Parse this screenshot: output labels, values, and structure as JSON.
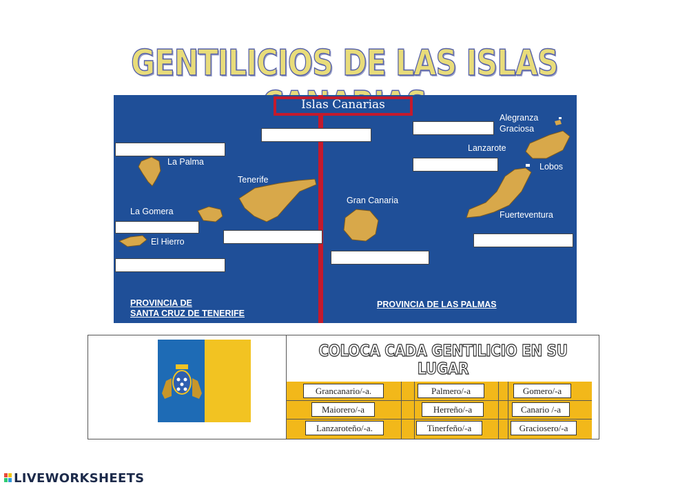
{
  "title": "GENTILICIOS DE LAS ISLAS CANARIAS",
  "map": {
    "title": "Islas Canarias",
    "islands": {
      "la_palma": "La Palma",
      "la_gomera": "La Gomera",
      "el_hierro": "El Hierro",
      "tenerife": "Tenerife",
      "gran_canaria": "Gran Canaria",
      "alegranza": "Alegranza",
      "graciosa": "Graciosa",
      "lanzarote": "Lanzarote",
      "lobos": "Lobos",
      "fuerteventura": "Fuerteventura"
    },
    "province_west_line1": "PROVINCIA DE",
    "province_west_line2": "SANTA CRUZ DE TENERIFE",
    "province_east": "PROVINCIA DE LAS PALMAS"
  },
  "panel": {
    "instruction": "COLOCA CADA GENTILICIO EN SU LUGAR",
    "words": [
      "Grancanario/-a.",
      "Palmero/-a",
      "Gomero/-a",
      "Maiorero/-a",
      "Herreño/-a",
      "Canario /-a",
      "Lanzaroteño/-a.",
      "Tinerfeño/-a",
      "Graciosero/-a"
    ],
    "colors": {
      "flag_blue": "#1e6bb5",
      "flag_yellow": "#f2c322",
      "grid": "#f2b81a"
    }
  },
  "footer": {
    "brand": "LIVEWORKSHEETS"
  }
}
